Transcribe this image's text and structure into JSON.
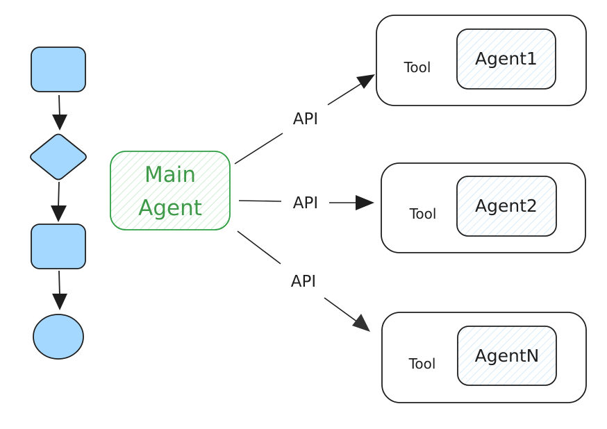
{
  "main_agent": {
    "line1": "Main",
    "line2": "Agent"
  },
  "connections": [
    {
      "label": "API"
    },
    {
      "label": "API"
    },
    {
      "label": "API"
    }
  ],
  "tools": [
    {
      "tool_label": "Tool",
      "agent_label": "Agent1"
    },
    {
      "tool_label": "Tool",
      "agent_label": "Agent2"
    },
    {
      "tool_label": "Tool",
      "agent_label": "AgentN"
    }
  ],
  "colors": {
    "flow_shape_fill": "#a5d8ff",
    "stroke": "#1e1e1e",
    "main_agent_stroke": "#2f9e44",
    "main_agent_text": "#3e9a48",
    "main_agent_hatch": "#b2e5b9",
    "agent_box_fill": "#e7f5ff",
    "agent_box_hatch": "#a5d8ff"
  }
}
